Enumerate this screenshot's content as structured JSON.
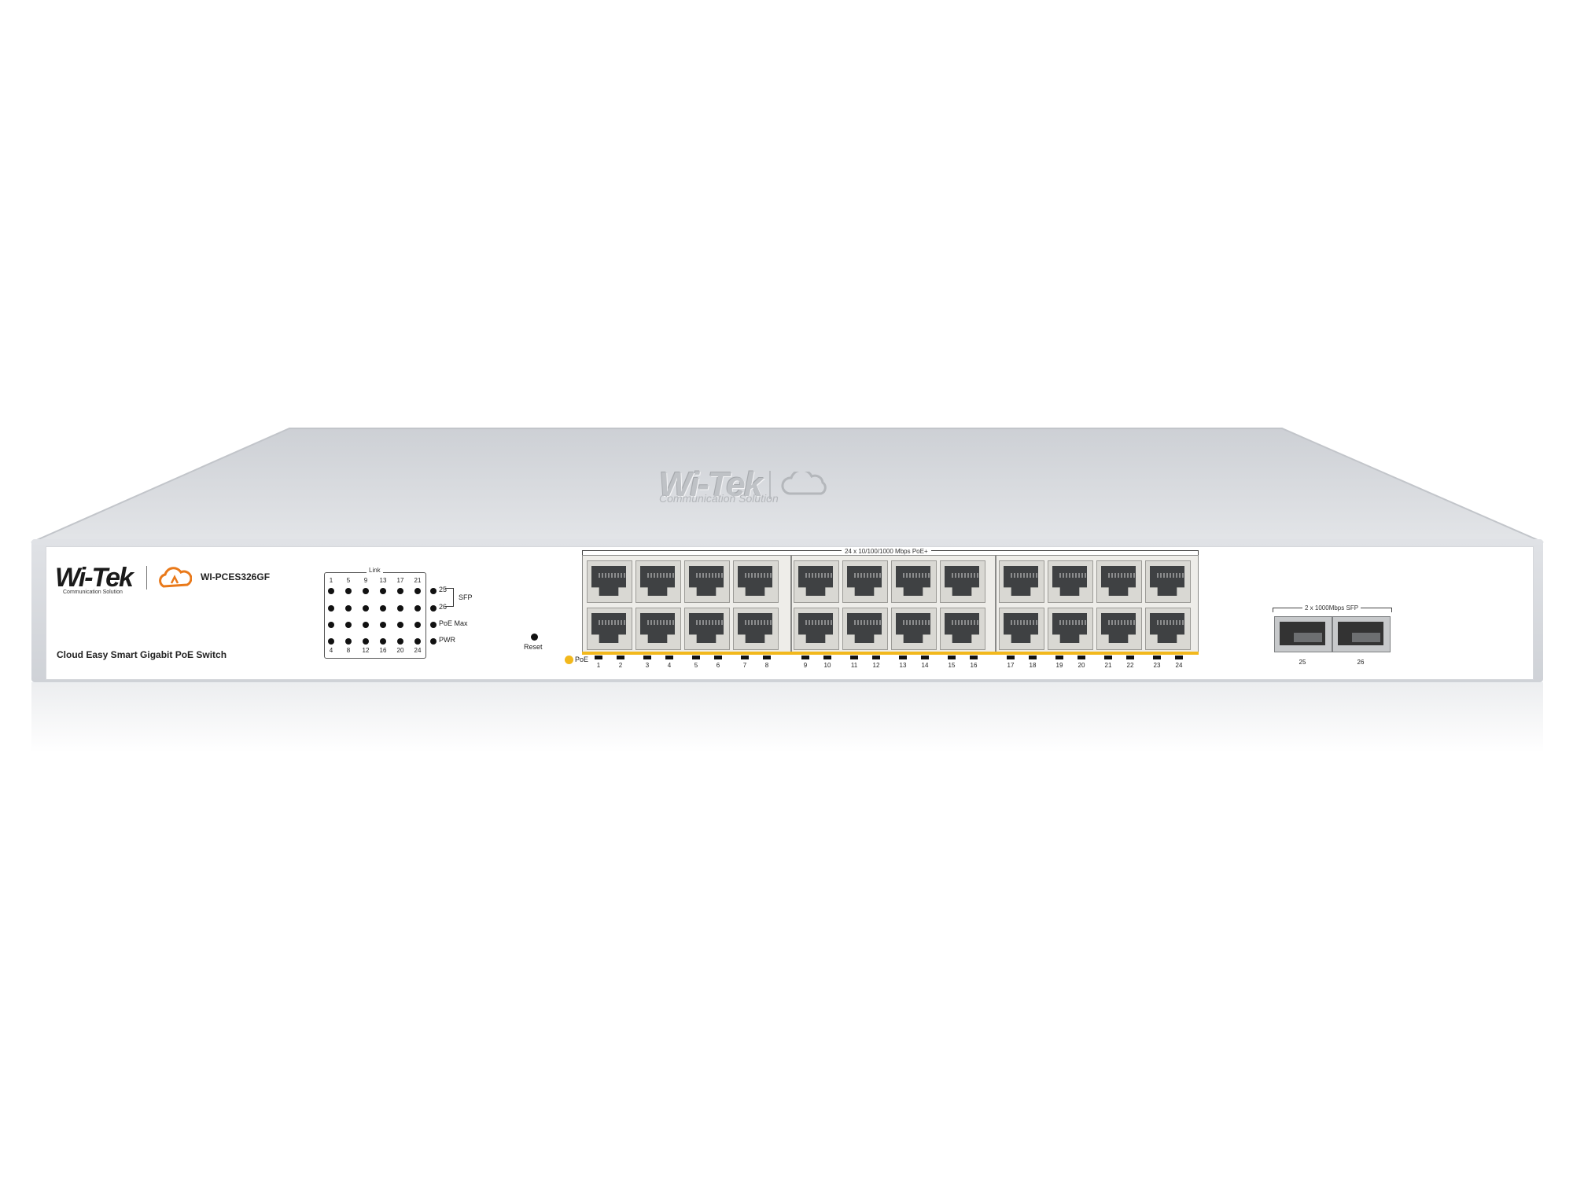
{
  "device": {
    "brand": "Wi-Tek",
    "brand_tagline": "Communication Solution",
    "model": "WI-PCES326GF",
    "product_name": "Cloud Easy Smart Gigabit PoE Switch",
    "top_logo_brand": "Wi-Tek",
    "top_logo_tagline": "Communication Solution",
    "accent_color": "#e9791a",
    "poe_color": "#f2b81c"
  },
  "led_panel": {
    "title": "Link",
    "top_numbers": [
      "1",
      "5",
      "9",
      "13",
      "17",
      "21"
    ],
    "bottom_numbers": [
      "4",
      "8",
      "12",
      "16",
      "20",
      "24"
    ],
    "status_labels": [
      "25",
      "26",
      "PoE Max",
      "PWR"
    ],
    "sfp_label": "SFP"
  },
  "reset_label": "Reset",
  "rj45": {
    "title": "24 x 10/100/1000 Mbps PoE+",
    "poe_label": "PoE",
    "port_numbers": [
      "1",
      "2",
      "3",
      "4",
      "5",
      "6",
      "7",
      "8",
      "9",
      "10",
      "11",
      "12",
      "13",
      "14",
      "15",
      "16",
      "17",
      "18",
      "19",
      "20",
      "21",
      "22",
      "23",
      "24"
    ]
  },
  "sfp": {
    "title": "2 x 1000Mbps SFP",
    "port_numbers": [
      "25",
      "26"
    ]
  }
}
